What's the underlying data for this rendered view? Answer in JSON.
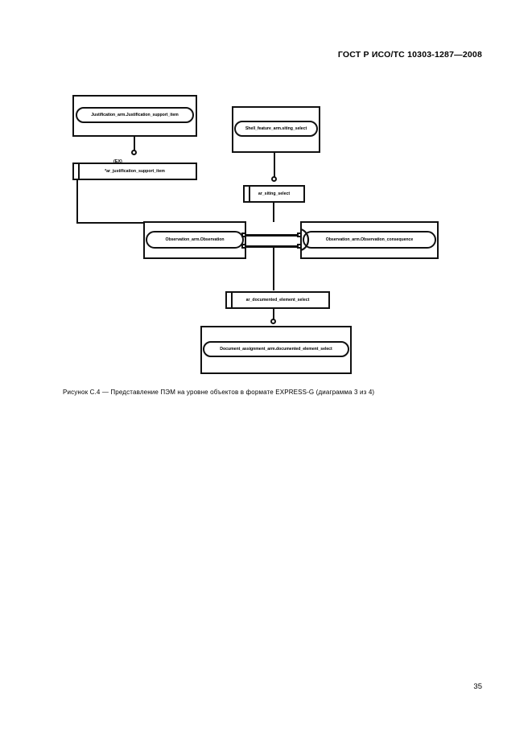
{
  "document": {
    "header": "ГОСТ Р ИСО/ТС 10303-1287—2008",
    "page_number": "35",
    "caption": "Рисунок С.4 — Представление ПЭМ на уровне объектов в формате EXPRESS-G (диаграмма 3 из 4)"
  },
  "diagram": {
    "type": "EXPRESS-G object level diagram",
    "nodes": [
      {
        "id": "justification_support_item",
        "kind": "entity",
        "label": "Justification_arm.Justification_support_item"
      },
      {
        "id": "shell_siting_select",
        "kind": "entity",
        "label": "Shell_feature_arm.siting_select"
      },
      {
        "id": "ar_justification_support_item",
        "kind": "reference",
        "annotation": "(EX)",
        "label": "*ar_justification_support_item"
      },
      {
        "id": "ar_siting_select",
        "kind": "reference",
        "label": "ar_siting_select"
      },
      {
        "id": "observation",
        "kind": "entity",
        "label": "Observation_arm.Observation"
      },
      {
        "id": "observation_consequence",
        "kind": "entity",
        "label": "Observation_arm.Observation_consequence"
      },
      {
        "id": "ar_documented_element_select",
        "kind": "reference",
        "label": "ar_documented_element_select"
      },
      {
        "id": "documented_element_select",
        "kind": "entity",
        "label": "Document_assignment_arm.documented_element_select"
      }
    ]
  }
}
